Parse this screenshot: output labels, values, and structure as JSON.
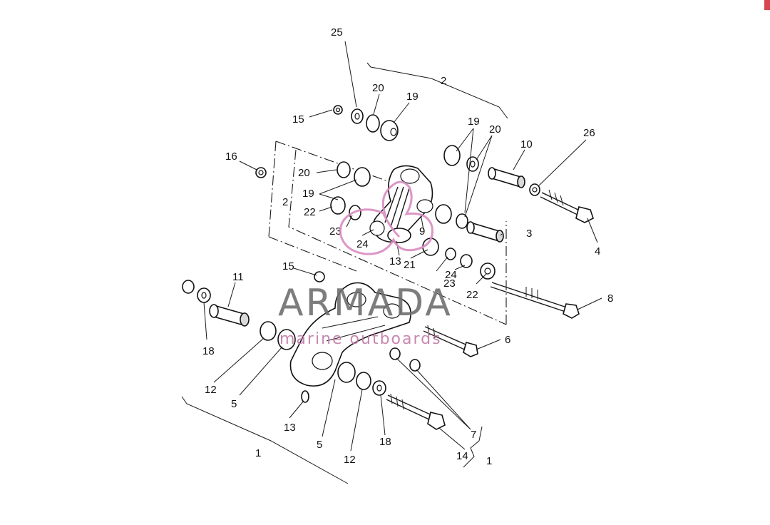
{
  "diagram": {
    "callouts": {
      "c1a": "1",
      "c1b": "1",
      "c2a": "2",
      "c2b": "2",
      "c3": "3",
      "c4": "4",
      "c5a": "5",
      "c5b": "5",
      "c6": "6",
      "c7": "7",
      "c8": "8",
      "c9": "9",
      "c10": "10",
      "c11": "11",
      "c12a": "12",
      "c12b": "12",
      "c13a": "13",
      "c13b": "13",
      "c14": "14",
      "c15a": "15",
      "c15b": "15",
      "c16": "16",
      "c18a": "18",
      "c18b": "18",
      "c19a": "19",
      "c19b": "19",
      "c19c": "19",
      "c20a": "20",
      "c20b": "20",
      "c20c": "20",
      "c21": "21",
      "c22a": "22",
      "c22b": "22",
      "c23a": "23",
      "c23b": "23",
      "c24a": "24",
      "c24b": "24",
      "c25": "25",
      "c26": "26"
    },
    "watermark": {
      "brand": "ARMADA",
      "tagline": "marine outboards",
      "accent_color": "#d98cc0"
    }
  }
}
